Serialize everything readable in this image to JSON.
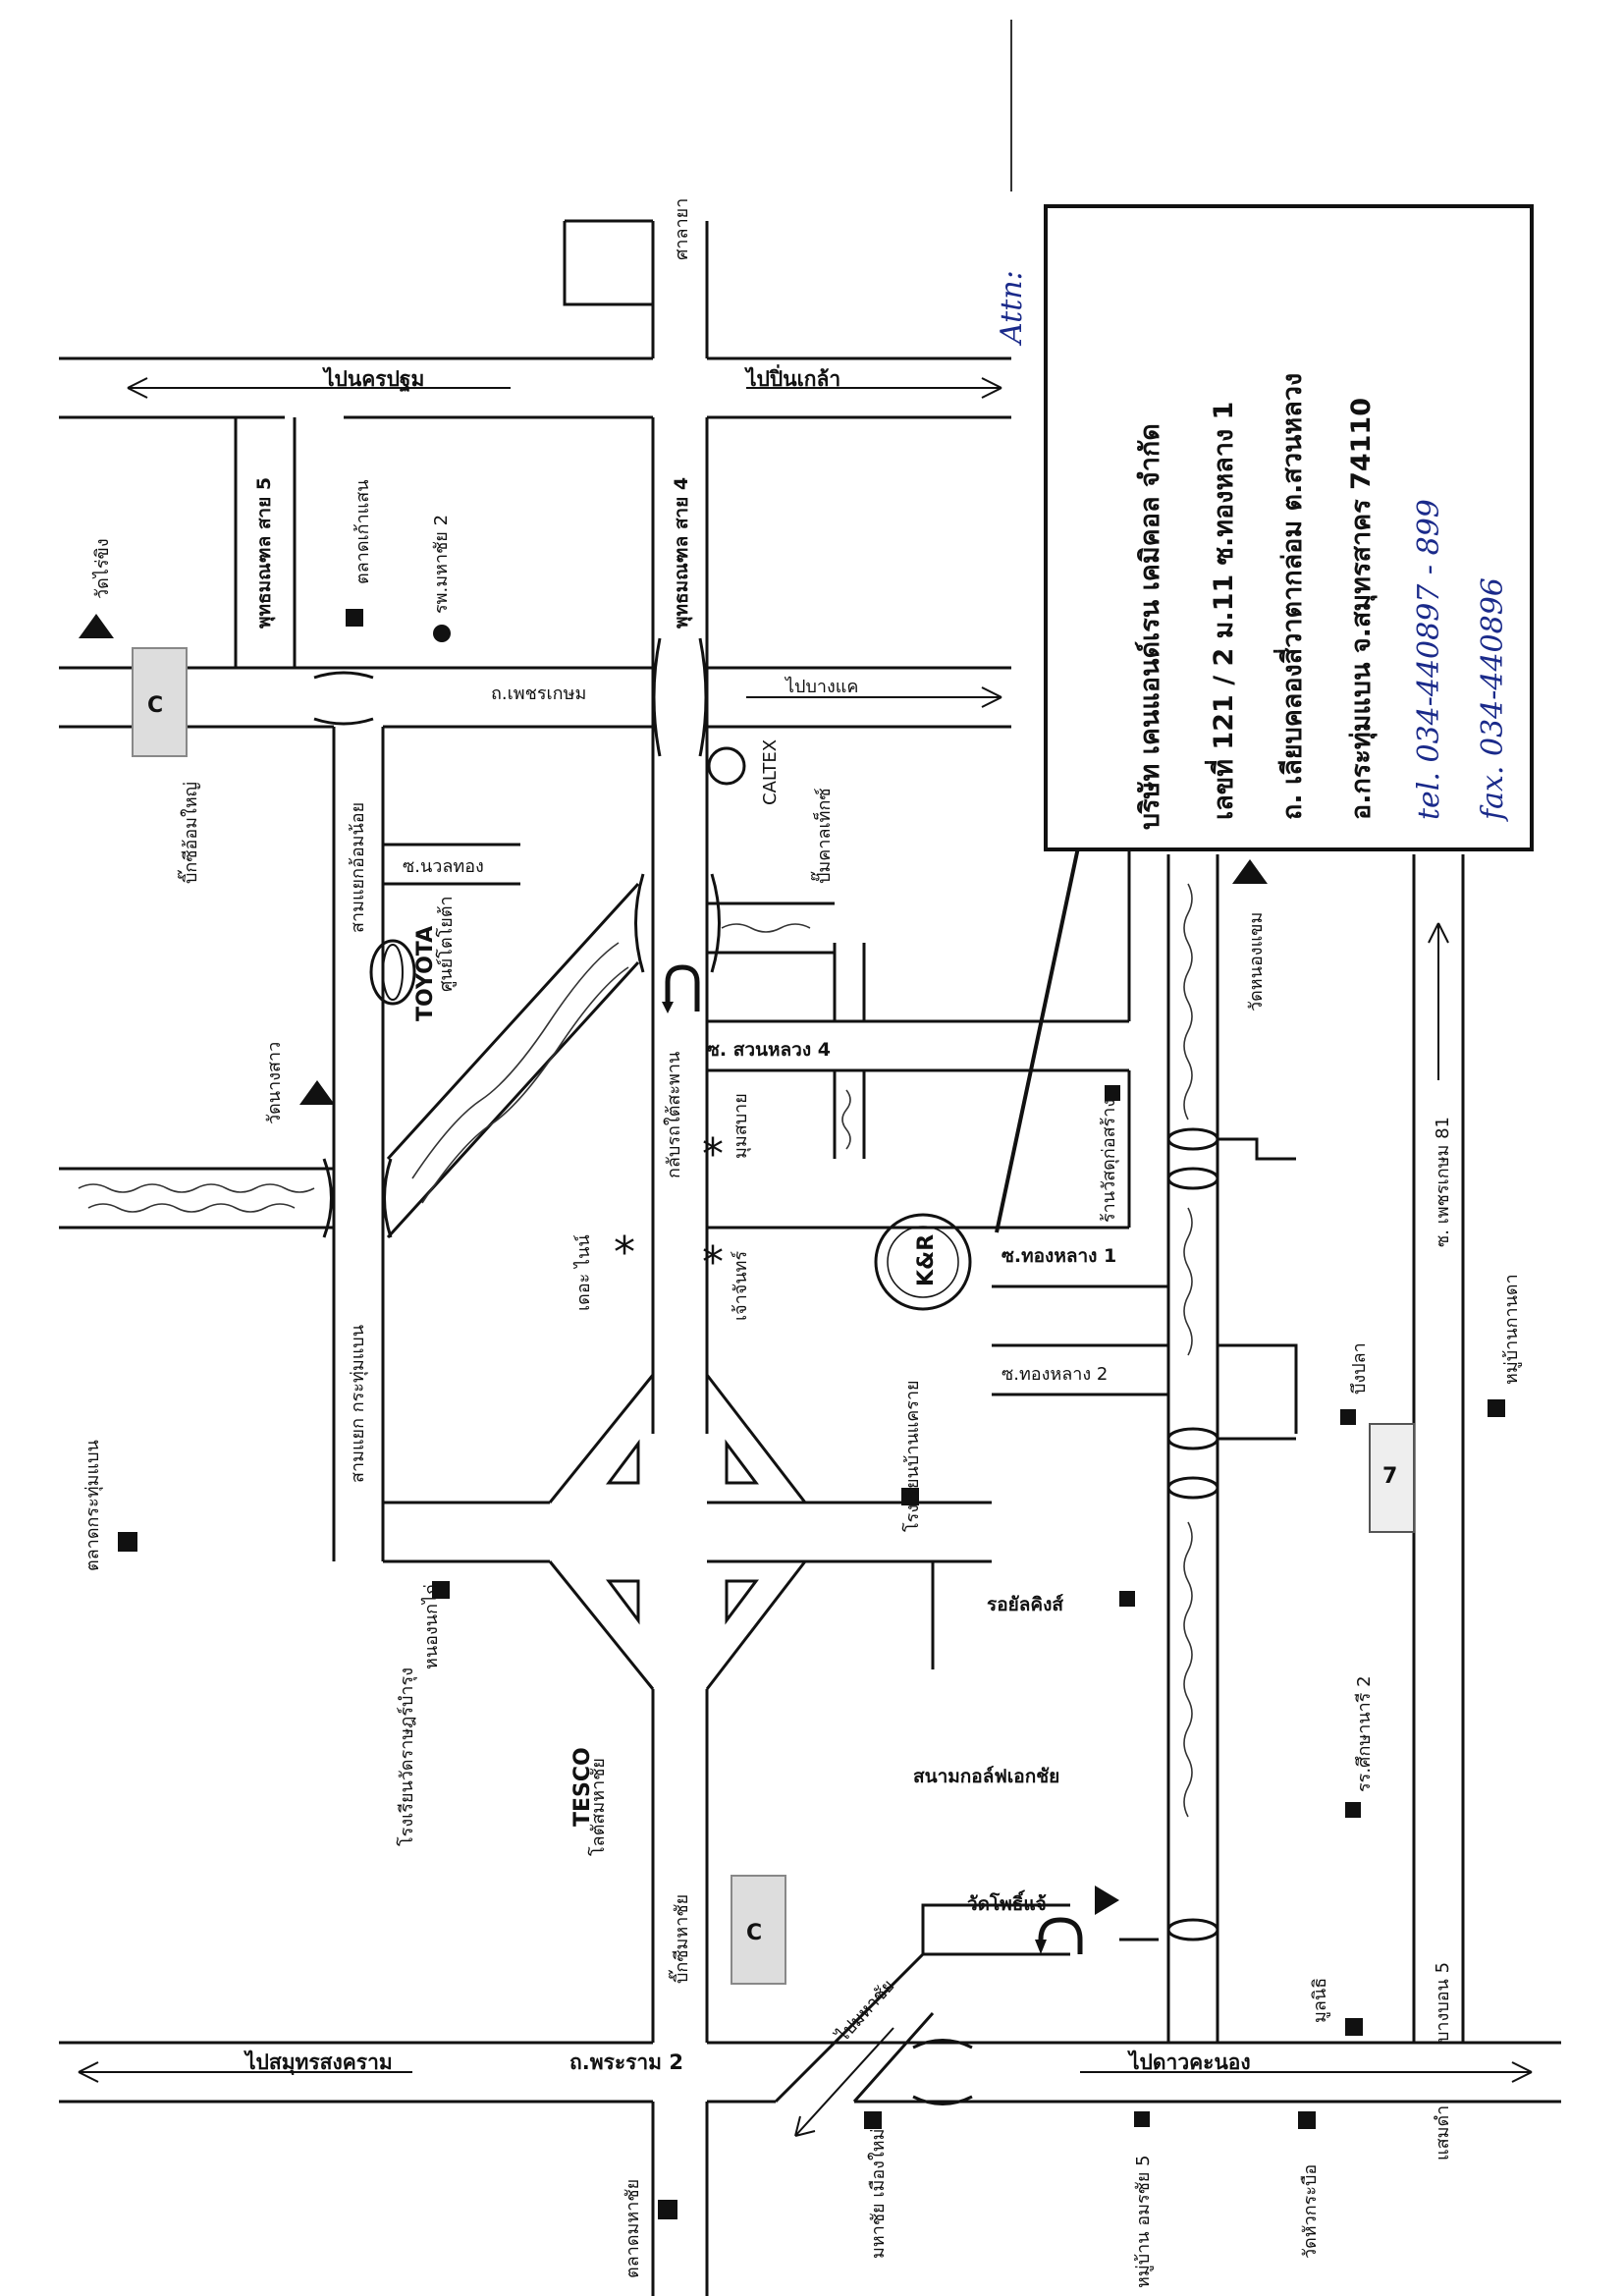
{
  "company": {
    "name": "บริษัท เคนแอนด์เรน เคมิคอล จำกัด",
    "address_line1": "เลขที่ 121 / 2  ม.11  ซ.ทองหลาง 1",
    "address_line2": "ถ. เลียบคลองสี่วาตากล่อม  ต.สวนหลวง",
    "address_line3": "อ.กระทุ่มแบน  จ.สมุทรสาคร  74110",
    "tel": "tel. 034-440897 - 899",
    "fax": "fax. 034-440896",
    "attn": "Attn:"
  },
  "roads": {
    "to_nakhon_pathom": "ไปนครปฐม",
    "to_pin_klao": "ไปปิ่นเกล้า",
    "to_bang_khae": "ไปบางแค",
    "phutthamonthon_5": "พุทธมณฑล สาย 5",
    "phutthamonthon_4": "พุทธมณฑล สาย 4",
    "phetkasem": "ถ.เพชรเกษม",
    "soi_nuan_thong": "ซ.นวลทอง",
    "soi_suan_luang_4": "ซ. สวนหลวง 4",
    "soi_thong_lang_1": "ซ.ทองหลาง 1",
    "soi_thong_lang_2": "ซ.ทองหลาง 2",
    "soi_phetkasem_81": "ซ. เพชรเกษม 81",
    "rama2": "ถ.พระราม  2",
    "to_samut_songkhram": "ไปสมุทรสงคราม",
    "to_dao_khanong": "ไปดาวคะนอง",
    "to_mahachai": "ไปมหาชัย",
    "bang_bon_5": "บางบอน 5",
    "saen_dam": "แสมดำ",
    "u_turn_under_bridge": "กลับรถใต้สะพาน",
    "sam_yaek_om_noi": "สามแยกอ้อมน้อย",
    "sam_yaek_krathum_baen": "สามแยก กระทุ่มแบน"
  },
  "places": {
    "sala_ya": "ศาลายา",
    "wat_rai_khing": "วัดไร่ขิง",
    "big_c_om_yai": "บิ๊กซีอ้อมใหญ่",
    "talat_kao_saen": "ตลาดเก้าแสน",
    "mahachai_2": "รพ.มหาชัย 2",
    "caltex": "ปั๊มคาลเท็กซ์",
    "toyota": "ศูนย์โตโยต้า",
    "wat_nang_sao": "วัดนางสาว",
    "the_nine": "เดอะ ไนน์",
    "mum_sabai": "มุมสบาย",
    "chao_chan": "เจ้าจันทร์",
    "ran_wasadu": "ร้านวัสดุก่อสร้าง",
    "wat_nong_khaem": "วัดหนองแขม",
    "school_ban_khae_rai": "โรงเรียนบ้านแคราย",
    "bung_pla": "บึงปลา",
    "mu_ban_kanda": "หมู่บ้านกานดา",
    "talat_krathum_baen": "ตลาดกระทุ่มแบน",
    "school_wat_rui": "โรงเรียนวัดราษฎร์บำรุง",
    "nong_nok_kai": "หนองนกไก่",
    "rot_sakdi": "รอยัลคิงส์",
    "golf": "สนามกอล์ฟเอกชัย",
    "tesco": "โลตัสมหาชัย",
    "big_c_mahachai": "บิ๊กซีมหาชัย",
    "wat_pho_chae": "วัดโพธิ์แจ้",
    "school_sueksa_nari_2": "รร.ศึกษานารี 2",
    "munnithi": "มูลนิธิ",
    "talat_mahachai": "ตลาดมหาชัย",
    "mahachai_mueang_mai": "มหาชัย เมืองใหม่",
    "mu_ban_amorn_chai_5": "หมู่บ้าน อมรชัย 5",
    "wat_hua_krabue": "วัดหัวกระบือ"
  },
  "logos": {
    "toyota_text": "TOYOTA",
    "caltex_text": "CALTEX",
    "tesco_text": "TESCO",
    "kr_text": "K&R",
    "seven_text": "7",
    "big_c_text": "C"
  },
  "colors": {
    "ink": "#111111",
    "pen": "#1a2a8a",
    "paper": "#ffffff"
  }
}
